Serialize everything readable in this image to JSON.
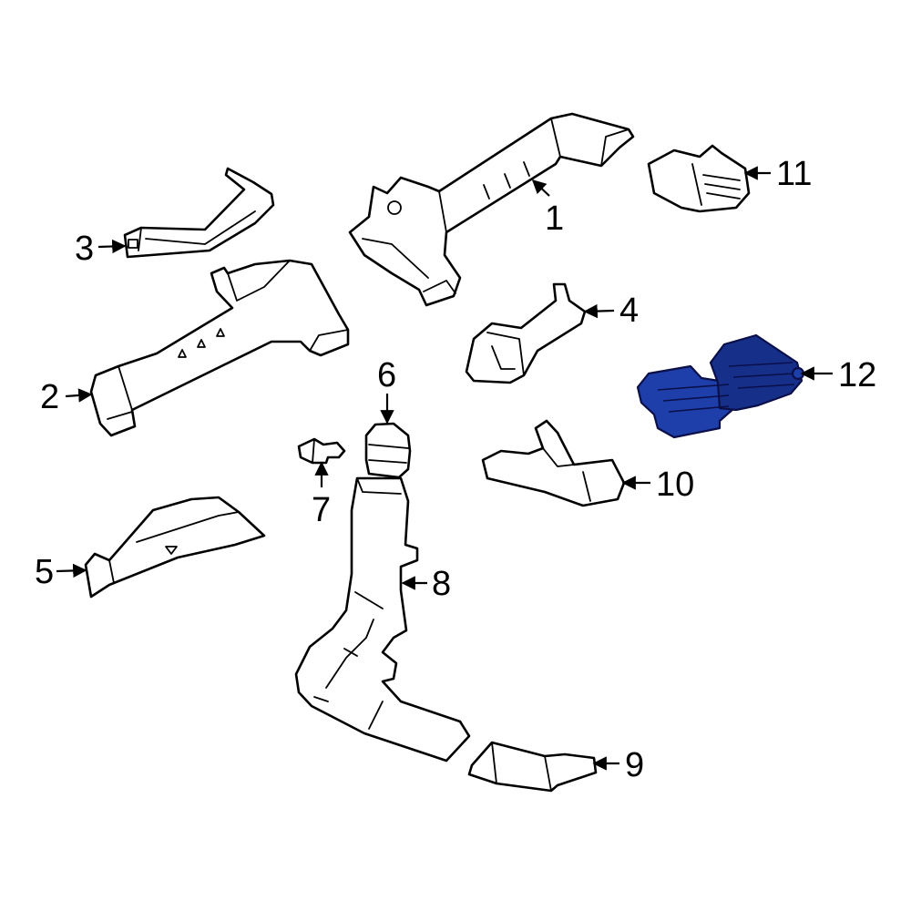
{
  "colors": {
    "line": "#000000",
    "background": "#ffffff",
    "highlight": "#1e3faa",
    "highlight_dark": "#16308a"
  },
  "callouts": [
    {
      "id": "1",
      "label": "1"
    },
    {
      "id": "2",
      "label": "2"
    },
    {
      "id": "3",
      "label": "3"
    },
    {
      "id": "4",
      "label": "4"
    },
    {
      "id": "5",
      "label": "5"
    },
    {
      "id": "6",
      "label": "6"
    },
    {
      "id": "7",
      "label": "7"
    },
    {
      "id": "8",
      "label": "8"
    },
    {
      "id": "9",
      "label": "9"
    },
    {
      "id": "10",
      "label": "10"
    },
    {
      "id": "11",
      "label": "11"
    },
    {
      "id": "12",
      "label": "12"
    }
  ],
  "highlighted_part": "12"
}
